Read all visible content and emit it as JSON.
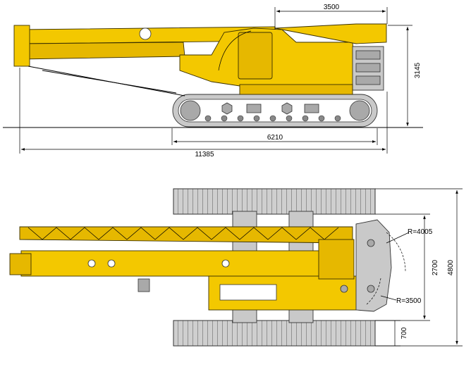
{
  "dimensions": {
    "side_top_width": "3500",
    "side_height": "3145",
    "side_track_length": "6210",
    "side_overall_length": "11385",
    "plan_radius_outer": "R=4005",
    "plan_radius_inner": "R=3500",
    "plan_track_gauge": "2700",
    "plan_overall_width": "4800",
    "plan_track_width": "700"
  },
  "colors": {
    "crane_yellow": "#f3c800",
    "track_grey": "#c9c9c9",
    "outline": "#1a1a1a"
  }
}
